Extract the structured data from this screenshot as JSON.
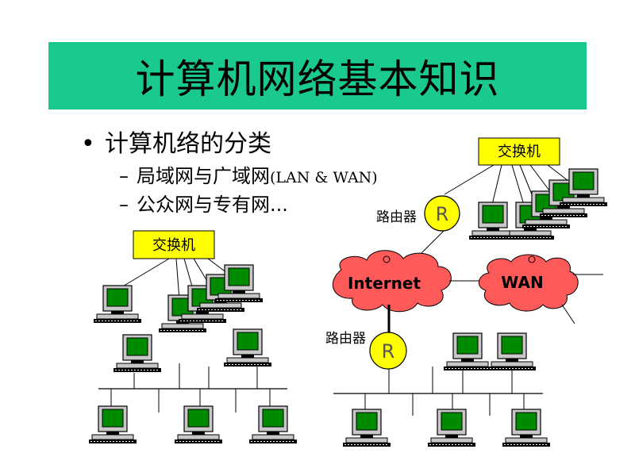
{
  "slide": {
    "title": "计算机网络基本知识",
    "bullet_main": "计算机络的分类",
    "sub1_cn": "局域网与广域网",
    "sub1_en": "(LAN & WAN)",
    "sub2": "公众网与专有网..."
  },
  "diagram": {
    "switch_label": "交换机",
    "router_label": "路由器",
    "router_symbol": "R",
    "internet_label": "Internet",
    "wan_label": "WAN"
  },
  "colors": {
    "title_bg": "#1ac98e",
    "switch_bg": "#ffff00",
    "router_bg": "#ffff00",
    "cloud_fill": "#ff5a5a",
    "screen": "#008a00"
  }
}
